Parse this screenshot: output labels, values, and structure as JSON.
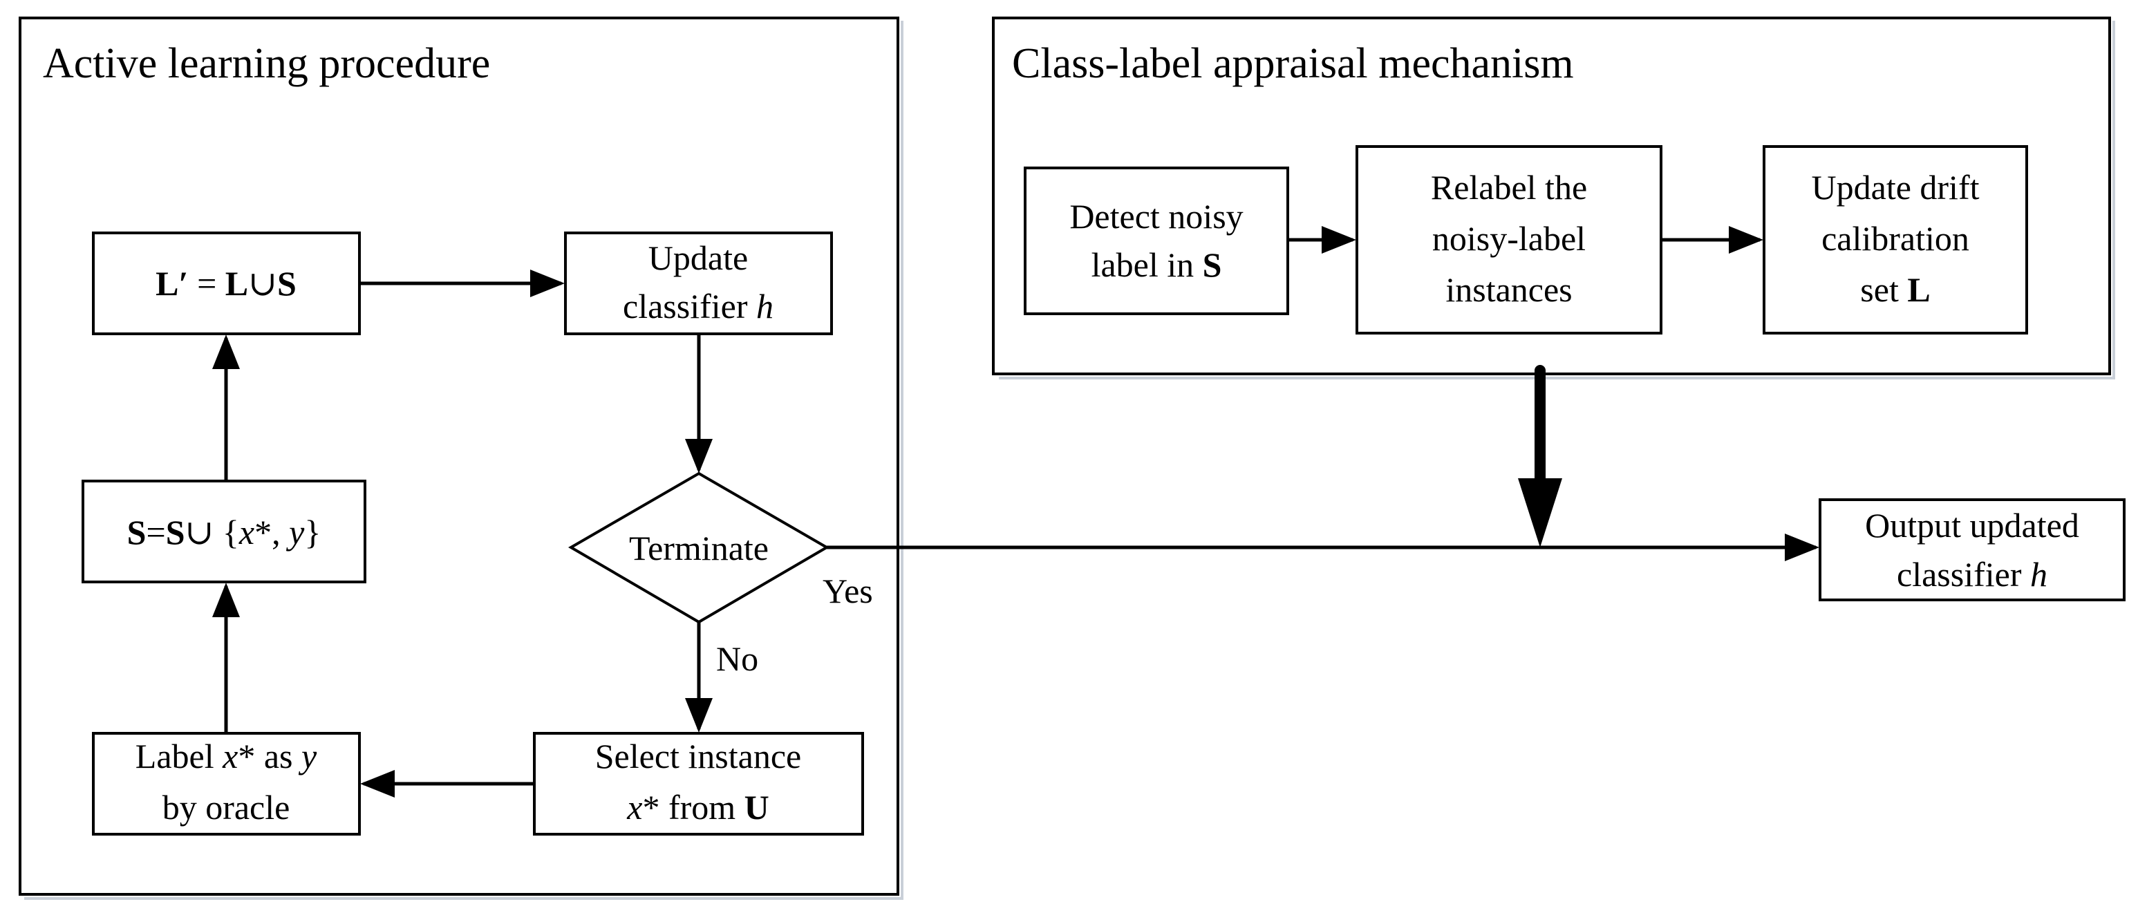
{
  "panels": {
    "active_learning_title": "Active learning procedure",
    "appraisal_title": "Class-label appraisal mechanism"
  },
  "nodes": {
    "union_merge": {
      "l_prime": "L",
      "prime_mark": "′",
      "eq": " = ",
      "l": "L",
      "cup": "∪",
      "s": "S"
    },
    "update_classifier": {
      "line1": "Update",
      "line2_text": "classifier ",
      "line2_var": "h"
    },
    "s_update": {
      "s1": "S",
      "eq": "=",
      "s2": "S",
      "cup": "∪ {",
      "x": "x",
      "star": "*, ",
      "y": "y",
      "close": "}"
    },
    "terminate": "Terminate",
    "yes": "Yes",
    "no": "No",
    "label_oracle": {
      "l1_text": "Label ",
      "x": "x",
      "star": "*",
      "as": " as ",
      "y": "y",
      "line2": "by oracle"
    },
    "select_instance": {
      "line1": "Select instance",
      "x": "x",
      "rest": "* from ",
      "u": "U"
    },
    "detect_noisy": {
      "line1": "Detect noisy",
      "line2_text": "label in ",
      "s": "S"
    },
    "relabel": {
      "line1": "Relabel the",
      "line2": "noisy-label",
      "line3": "instances"
    },
    "update_drift": {
      "line1": "Update drift",
      "line2": "calibration",
      "line3_text": "set ",
      "l": "L"
    },
    "output": {
      "line1": "Output updated",
      "line2_text": "classifier ",
      "h": "h"
    }
  }
}
